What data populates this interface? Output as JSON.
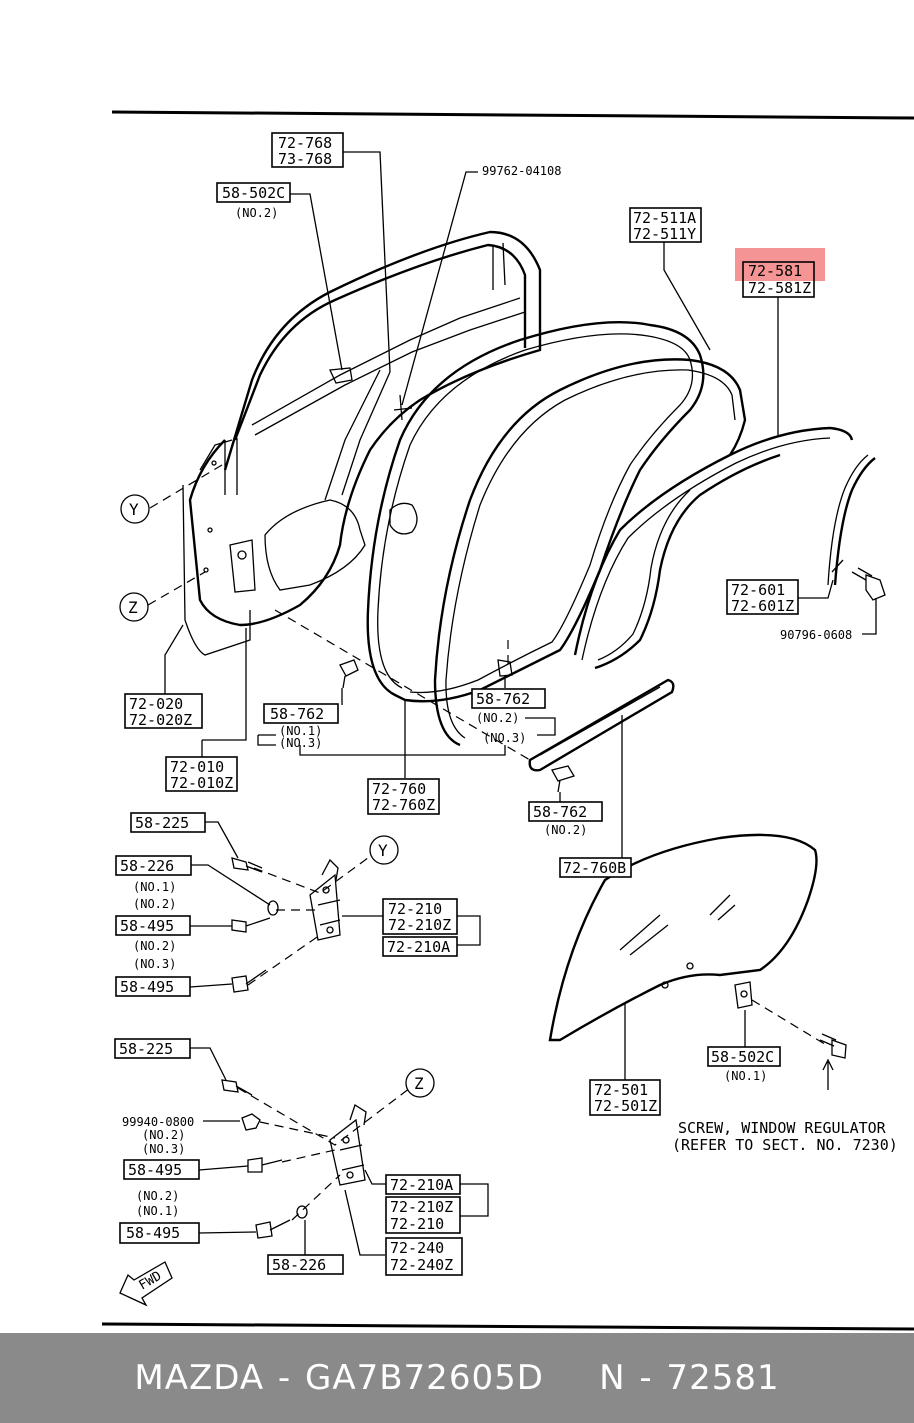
{
  "highlight_color": "#f07070",
  "footer": {
    "text": "MAZDA - GA7B72605D    N - 72581"
  },
  "callouts": {
    "c_72768": [
      "72-768",
      "73-768"
    ],
    "c_58502c_top": [
      "58-502C"
    ],
    "no2_a": "(NO.2)",
    "c_99762": "99762-04108",
    "c_72511": [
      "72-511A",
      "72-511Y"
    ],
    "c_72581": [
      "72-581",
      "72-581Z"
    ],
    "c_72601": [
      "72-601",
      "72-601Z"
    ],
    "c_90796": "90796-0608",
    "c_72020": [
      "72-020",
      "72-020Z"
    ],
    "c_72010": [
      "72-010",
      "72-010Z"
    ],
    "c_58762_a": [
      "58-762"
    ],
    "no1_a": "(NO.1)",
    "no3_a": "(NO.3)",
    "c_58762_b": [
      "58-762"
    ],
    "no2_b": "(NO.2)",
    "no3_b": "(NO.3)",
    "c_72760": [
      "72-760",
      "72-760Z"
    ],
    "c_58762_c": [
      "58-762"
    ],
    "no2_c": "(NO.2)",
    "c_72760b": [
      "72-760B"
    ],
    "c_58225_a": [
      "58-225"
    ],
    "c_58226_a": [
      "58-226"
    ],
    "no1_b": "(NO.1)",
    "no2_d": "(NO.2)",
    "c_58495_a": [
      "58-495"
    ],
    "no2_e": "(NO.2)",
    "no3_c": "(NO.3)",
    "c_58495_b": [
      "58-495"
    ],
    "c_72210": [
      "72-210",
      "72-210Z"
    ],
    "c_72210a_a": [
      "72-210A"
    ],
    "c_72501": [
      "72-501",
      "72-501Z"
    ],
    "c_58502c_bot": [
      "58-502C"
    ],
    "no1_c": "(NO.1)",
    "screw_note": [
      "SCREW, WINDOW REGULATOR",
      "(REFER TO SECT. NO. 7230)"
    ],
    "c_58225_b": [
      "58-225"
    ],
    "c_99940": "99940-0800",
    "no2_f": "(NO.2)",
    "no3_d": "(NO.3)",
    "c_58495_c": [
      "58-495"
    ],
    "no2_g": "(NO.2)",
    "no1_d": "(NO.1)",
    "c_58495_d": [
      "58-495"
    ],
    "c_58226_b": [
      "58-226"
    ],
    "c_72210a_b": [
      "72-210A"
    ],
    "c_72210z": [
      "72-210Z",
      "72-210"
    ],
    "c_72240": [
      "72-240",
      "72-240Z"
    ],
    "ref_y1": "Y",
    "ref_z1": "Z",
    "ref_y2": "Y",
    "ref_z2": "Z",
    "fwd": "FWD"
  }
}
